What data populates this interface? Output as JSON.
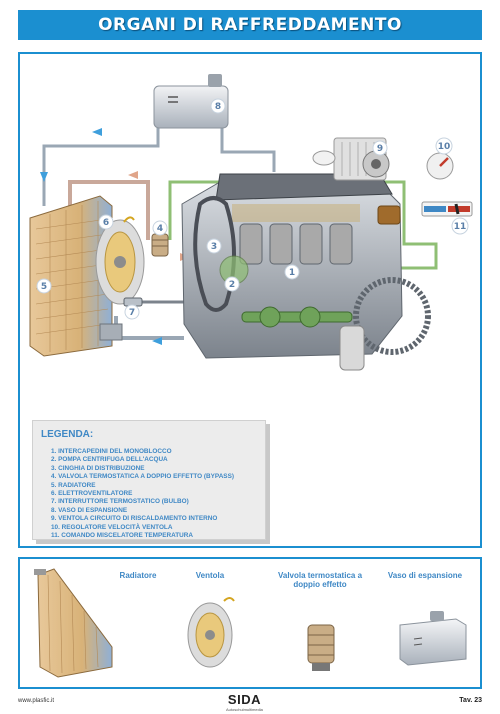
{
  "title": "ORGANI DI RAFFREDDAMENTO",
  "callouts": [
    "1",
    "2",
    "3",
    "4",
    "5",
    "6",
    "7",
    "8",
    "9",
    "10",
    "11"
  ],
  "legend": {
    "heading": "LEGENDA:",
    "items": [
      "1. INTERCAPEDINI DEL MONOBLOCCO",
      "2. POMPA CENTRIFUGA DELL'ACQUA",
      "3. CINGHIA DI DISTRIBUZIONE",
      "4. VALVOLA TERMOSTATICA A DOPPIO EFFETTO (BYPASS)",
      "5. RADIATORE",
      "6. ELETTROVENTILATORE",
      "7. INTERRUTTORE TERMOSTATICO (BULBO)",
      "8. VASO DI ESPANSIONE",
      "9. VENTOLA CIRCUITO DI RISCALDAMENTO INTERNO",
      "10. REGOLATORE VELOCITÀ VENTOLA",
      "11. COMANDO MISCELATORE TEMPERATURA"
    ]
  },
  "thumbnails": {
    "radiator": "Radiatore",
    "fan": "Ventola",
    "valve": "Valvola termostatica a doppio effetto",
    "tank": "Vaso di espansione"
  },
  "footer": {
    "website": "www.plasfic.it",
    "brand": "SIDA",
    "brand_sub": "Autoschulmultimedia",
    "plate": "Tav. 23"
  },
  "colors": {
    "accent": "#1b8fd0",
    "legend_text": "#3f88c5",
    "hot_pipe": "#c9a89a",
    "cold_pipe": "#9aa7b4",
    "green_pipe": "#8fbf74"
  }
}
